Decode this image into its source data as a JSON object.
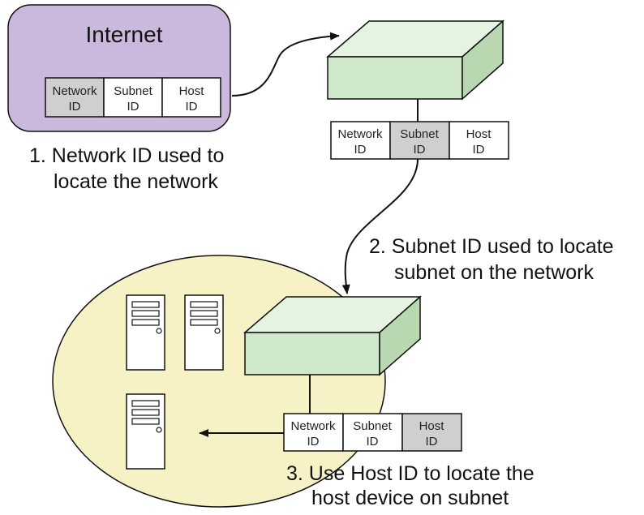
{
  "internet": {
    "title": "Internet"
  },
  "address_fields": {
    "network": [
      "Network",
      "ID"
    ],
    "subnet": [
      "Subnet",
      "ID"
    ],
    "host": [
      "Host",
      "ID"
    ]
  },
  "steps": {
    "step1": {
      "line1": "1. Network ID used to",
      "line2": "locate the network"
    },
    "step2": {
      "line1": "2. Subnet ID used to locate",
      "line2": "subnet on the network"
    },
    "step3": {
      "line1": "3. Use Host ID to locate the",
      "line2": "host device on subnet"
    }
  },
  "colors": {
    "internet_fill": "#cbb8dd",
    "subnet_fill": "#f7f2c6",
    "switch_fill": "#d7edd2",
    "highlight_cell": "#cfcfcf",
    "plain_cell": "#ffffff",
    "stroke": "#111111"
  }
}
